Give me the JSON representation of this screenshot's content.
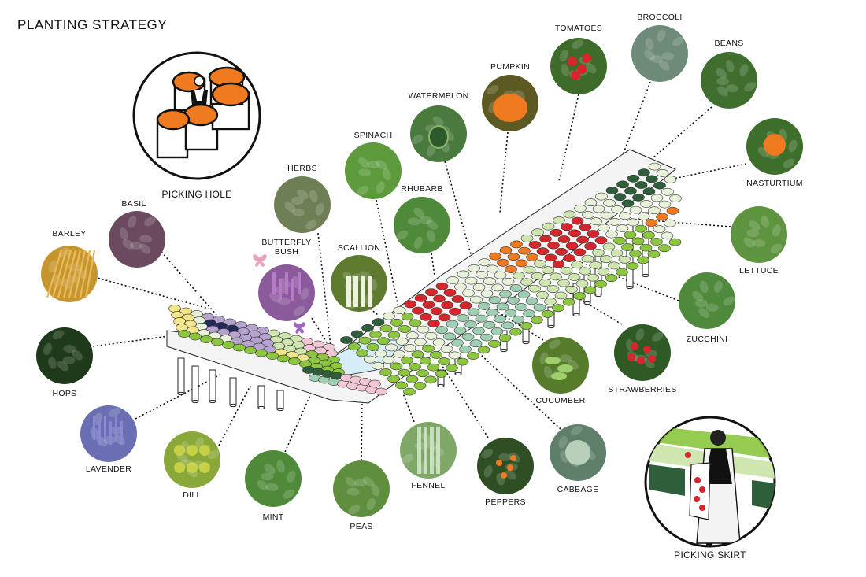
{
  "title": "PLANTING STRATEGY",
  "insets": {
    "picking_hole": "PICKING HOLE",
    "picking_skirt": "PICKING SKIRT"
  },
  "colors": {
    "orange": "#f07a1f",
    "dark_green": "#2f5f3a",
    "mid_green": "#8cc63f",
    "light_green": "#cfe6b0",
    "pale_green": "#e7f2d8",
    "teal_green": "#9fcfb2",
    "red": "#d7262b",
    "lavender": "#b7a3cf",
    "navy": "#222a5a",
    "pink": "#f2c6d4",
    "yellow": "#f2e58a"
  },
  "plants": [
    {
      "id": "barley",
      "label": [
        "BARLEY"
      ],
      "color": "#c6952d",
      "icon": "barley-icon"
    },
    {
      "id": "basil",
      "label": [
        "BASIL"
      ],
      "color": "#6b4a60",
      "icon": "basil-icon"
    },
    {
      "id": "hops",
      "label": [
        "HOPS"
      ],
      "color": "#1f3a1a",
      "icon": "hops-icon"
    },
    {
      "id": "lavender",
      "label": [
        "LAVENDER"
      ],
      "color": "#6a6fb3",
      "icon": "lavender-icon"
    },
    {
      "id": "dill",
      "label": [
        "DILL"
      ],
      "color": "#8aa83a",
      "icon": "dill-icon"
    },
    {
      "id": "mint",
      "label": [
        "MINT"
      ],
      "color": "#4f8a3b",
      "icon": "mint-icon"
    },
    {
      "id": "peas",
      "label": [
        "PEAS"
      ],
      "color": "#5f8e3e",
      "icon": "peas-icon"
    },
    {
      "id": "fennel",
      "label": [
        "FENNEL"
      ],
      "color": "#7fa767",
      "icon": "fennel-icon"
    },
    {
      "id": "peppers",
      "label": [
        "PEPPERS"
      ],
      "color": "#2e4f24",
      "icon": "peppers-icon"
    },
    {
      "id": "cabbage",
      "label": [
        "CABBAGE"
      ],
      "color": "#607f6a",
      "icon": "cabbage-icon"
    },
    {
      "id": "cucumber",
      "label": [
        "CUCUMBER"
      ],
      "color": "#557b2b",
      "icon": "cucumber-icon"
    },
    {
      "id": "strawberries",
      "label": [
        "STRAWBERRIES"
      ],
      "color": "#2f5a26",
      "icon": "strawberries-icon"
    },
    {
      "id": "zucchini",
      "label": [
        "ZUCCHINI"
      ],
      "color": "#4f8a3c",
      "icon": "zucchini-icon"
    },
    {
      "id": "lettuce",
      "label": [
        "LETTUCE"
      ],
      "color": "#5e9440",
      "icon": "lettuce-icon"
    },
    {
      "id": "nasturtium",
      "label": [
        "NASTURTIUM"
      ],
      "color": "#3e6e2c",
      "icon": "nasturtium-icon"
    },
    {
      "id": "beans",
      "label": [
        "BEANS"
      ],
      "color": "#3f6e2e",
      "icon": "beans-icon"
    },
    {
      "id": "broccoli",
      "label": [
        "BROCCOLI"
      ],
      "color": "#6e8a78",
      "icon": "broccoli-icon"
    },
    {
      "id": "tomatoes",
      "label": [
        "TOMATOES"
      ],
      "color": "#3e6a2a",
      "icon": "tomatoes-icon"
    },
    {
      "id": "pumpkin",
      "label": [
        "PUMPKIN"
      ],
      "color": "#5c5a22",
      "icon": "pumpkin-icon"
    },
    {
      "id": "watermelon",
      "label": [
        "WATERMELON"
      ],
      "color": "#4a7a3e",
      "icon": "watermelon-icon"
    },
    {
      "id": "spinach",
      "label": [
        "SPINACH"
      ],
      "color": "#5c9a3c",
      "icon": "spinach-icon"
    },
    {
      "id": "rhubarb",
      "label": [
        "RHUBARB"
      ],
      "color": "#4f8a3a",
      "icon": "rhubarb-icon"
    },
    {
      "id": "herbs",
      "label": [
        "HERBS"
      ],
      "color": "#6f7f55",
      "icon": "herbs-icon"
    },
    {
      "id": "scallion",
      "label": [
        "SCALLION"
      ],
      "color": "#5d7a2e",
      "icon": "scallion-icon"
    },
    {
      "id": "butterfly_bush",
      "label": [
        "BUTTERFLY",
        "BUSH"
      ],
      "color": "#8b5a9a",
      "icon": "butterfly-bush-icon"
    }
  ]
}
